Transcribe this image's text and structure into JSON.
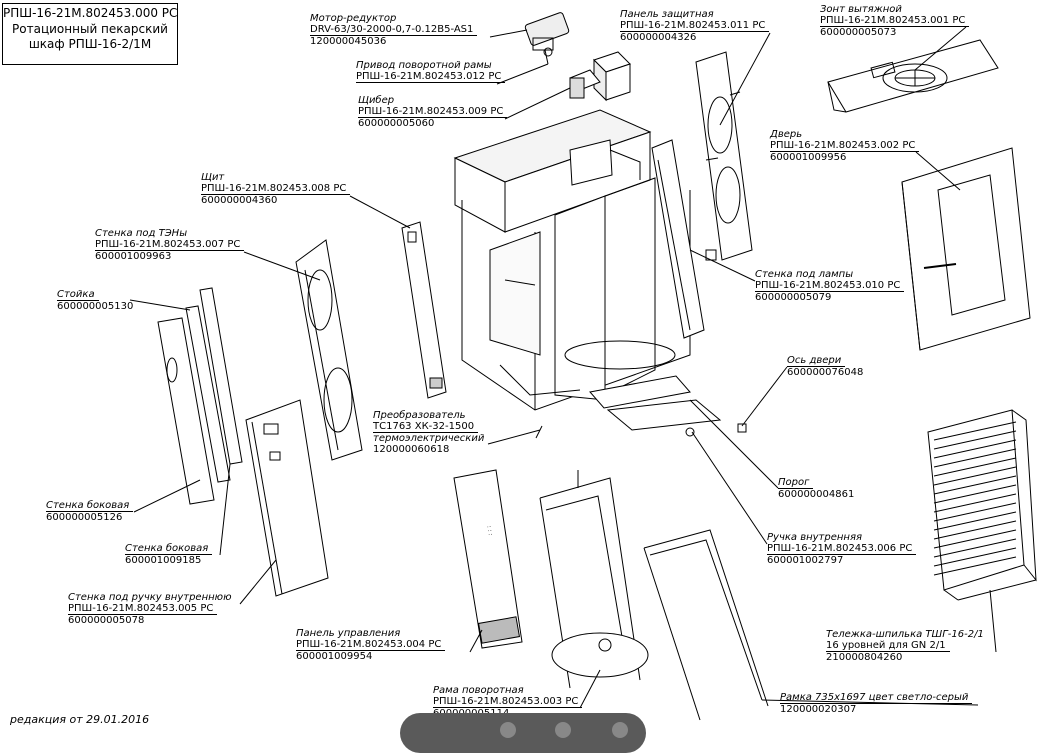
{
  "title": {
    "line1": "РПШ-16-21М.802453.000 РС",
    "line2": "Ротационный пекарский",
    "line3": "шкаф РПШ-16-2/1М"
  },
  "revision": "редакция от 29.01.2016",
  "parts": [
    {
      "name": "Мотор-редуктор",
      "code": "DRV-63/30-2000-0,7-0.12B5-AS1",
      "id": "120000045036"
    },
    {
      "name": "Привод поворотной рамы",
      "code": "РПШ-16-21М.802453.012 РС",
      "id": ""
    },
    {
      "name": "Щибер",
      "code": "РПШ-16-21М.802453.009 РС",
      "id": "600000005060"
    },
    {
      "name": "Панель защитная",
      "code": "РПШ-16-21М.802453.011 РС",
      "id": "600000004326"
    },
    {
      "name": "Зонт вытяжной",
      "code": "РПШ-16-21М.802453.001 РС",
      "id": "600000005073"
    },
    {
      "name": "Дверь",
      "code": "РПШ-16-21М.802453.002 РС",
      "id": "600001009956"
    },
    {
      "name": "Щит",
      "code": "РПШ-16-21М.802453.008 РС",
      "id": "600000004360"
    },
    {
      "name": "Стенка под ТЭНы",
      "code": "РПШ-16-21М.802453.007 РС",
      "id": "600001009963"
    },
    {
      "name": "Стойка",
      "code": "",
      "id": "600000005130"
    },
    {
      "name": "Стенка под лампы",
      "code": "РПШ-16-21М.802453.010 РС",
      "id": "600000005079"
    },
    {
      "name": "Ось двери",
      "code": "",
      "id": "600000076048"
    },
    {
      "name": "Преобразователь",
      "code": "ТС1763 ХК-32-1500",
      "extra": "термоэлектрический",
      "id": "120000060618"
    },
    {
      "name": "Порог",
      "code": "",
      "id": "600000004861"
    },
    {
      "name": "Стенка боковая",
      "code": "",
      "id": "600000005126"
    },
    {
      "name": "Стенка боковая",
      "code": "",
      "id": "600001009185"
    },
    {
      "name": "Ручка внутренняя",
      "code": "РПШ-16-21М.802453.006 РС",
      "id": "600001002797"
    },
    {
      "name": "Стенка под ручку внутреннюю",
      "code": "РПШ-16-21М.802453.005 РС",
      "id": "600000005078"
    },
    {
      "name": "Тележка-шпилька ТШГ-16-2/1",
      "code": "16 уровней для GN 2/1",
      "id": "210000804260"
    },
    {
      "name": "Панель управления",
      "code": "РПШ-16-21М.802453.004 РС",
      "id": "600001009954"
    },
    {
      "name": "Рама поворотная",
      "code": "РПШ-16-21М.802453.003 РС",
      "id": "600000005114"
    },
    {
      "name": "Рамка 735х1697 цвет светло-серый",
      "code": "",
      "id": "120000020307"
    }
  ]
}
